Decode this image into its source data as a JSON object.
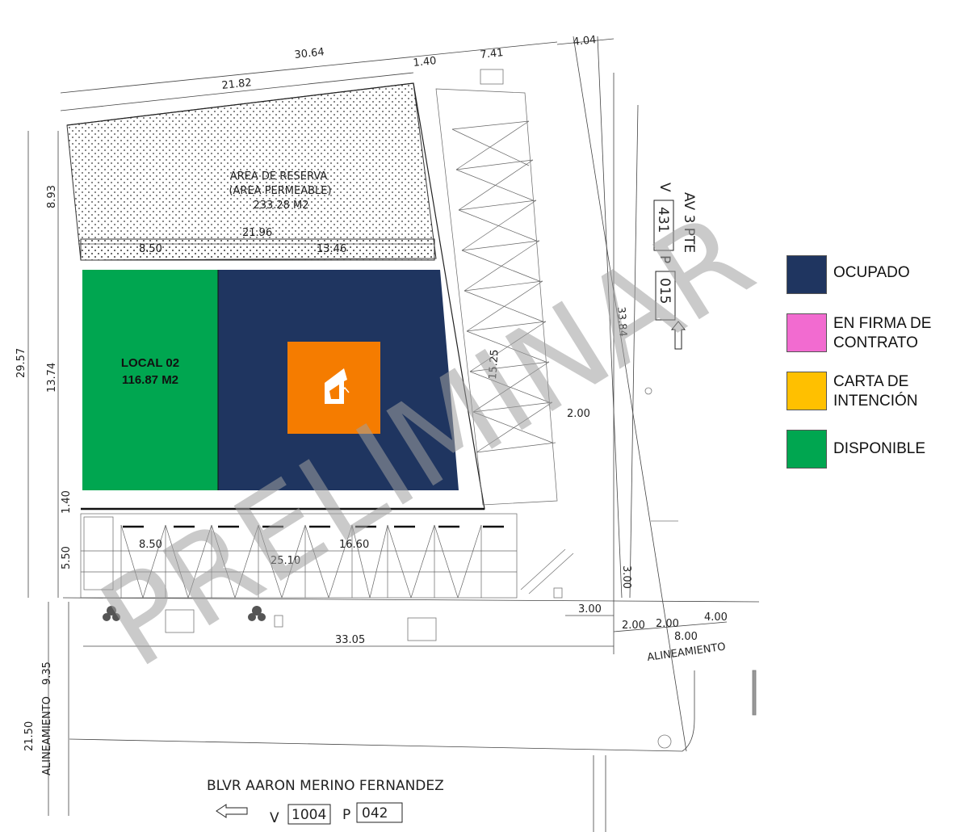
{
  "plan": {
    "reserve_area": {
      "line1": "AREA DE RESERVA",
      "line2": "(AREA PERMEABLE)",
      "line3": "233.28 M2"
    },
    "local": {
      "name": "LOCAL 02",
      "area": "116.87 M2"
    },
    "dimensions": {
      "d_30_64": "30.64",
      "d_21_82": "21.82",
      "d_1_40_top": "1.40",
      "d_7_41": "7.41",
      "d_4_04": "4.04",
      "d_8_93": "8.93",
      "d_29_57": "29.57",
      "d_13_74": "13.74",
      "d_1_40_left": "1.40",
      "d_5_50": "5.50",
      "d_8_50_top": "8.50",
      "d_21_96": "21.96",
      "d_13_46": "13.46",
      "d_15_25": "15.25",
      "d_2_00_mid": "2.00",
      "d_33_84": "33.84",
      "d_8_50_bot": "8.50",
      "d_16_60": "16.60",
      "d_25_10": "25.10",
      "d_3_00_v": "3.00",
      "d_3_00_h": "3.00",
      "d_2_00_a": "2.00",
      "d_2_00_b": "2.00",
      "d_8_00": "8.00",
      "d_4_00": "4.00",
      "d_33_05": "33.05",
      "d_9_35": "9.35",
      "d_21_50": "21.50"
    },
    "alineamiento_right": "ALINEAMIENTO",
    "alineamiento_left": "ALINEAMIENTO",
    "street_right": {
      "name": "AV 3 PTE",
      "v_label": "V",
      "v_value": "431",
      "p_label": "P",
      "p_value": "015"
    },
    "street_bottom": {
      "name": "BLVR AARON MERINO FERNANDEZ",
      "v_label": "V",
      "v_value": "1004",
      "p_label": "P",
      "p_value": "042"
    },
    "watermark": "PRELIMINAR"
  },
  "legend": [
    {
      "label": "OCUPADO",
      "color": "#1f3560"
    },
    {
      "label": "EN FIRMA DE CONTRATO",
      "color": "#f26bd0"
    },
    {
      "label": "CARTA DE INTENCIÓN",
      "color": "#ffc000"
    },
    {
      "label": "DISPONIBLE",
      "color": "#00a650"
    }
  ],
  "colors": {
    "occupied": "#1f3560",
    "available": "#00a650",
    "logo_bg": "#f57c00"
  },
  "icons": {
    "logo": "house-logo-icon",
    "arrow_right_street": "arrow-up-icon",
    "arrow_bottom_street": "arrow-left-icon"
  }
}
